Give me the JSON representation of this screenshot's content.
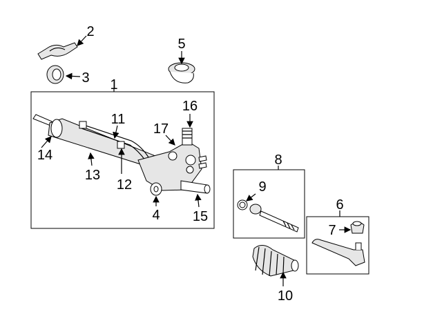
{
  "diagram": {
    "type": "parts-exploded-view",
    "callouts": {
      "c1": "1",
      "c2": "2",
      "c3": "3",
      "c4": "4",
      "c5": "5",
      "c6": "6",
      "c7": "7",
      "c8": "8",
      "c9": "9",
      "c10": "10",
      "c11": "11",
      "c12": "12",
      "c13": "13",
      "c14": "14",
      "c15": "15",
      "c16": "16",
      "c17": "17"
    },
    "colors": {
      "line": "#000000",
      "background": "#ffffff",
      "fill": "#e6e6e6"
    }
  }
}
